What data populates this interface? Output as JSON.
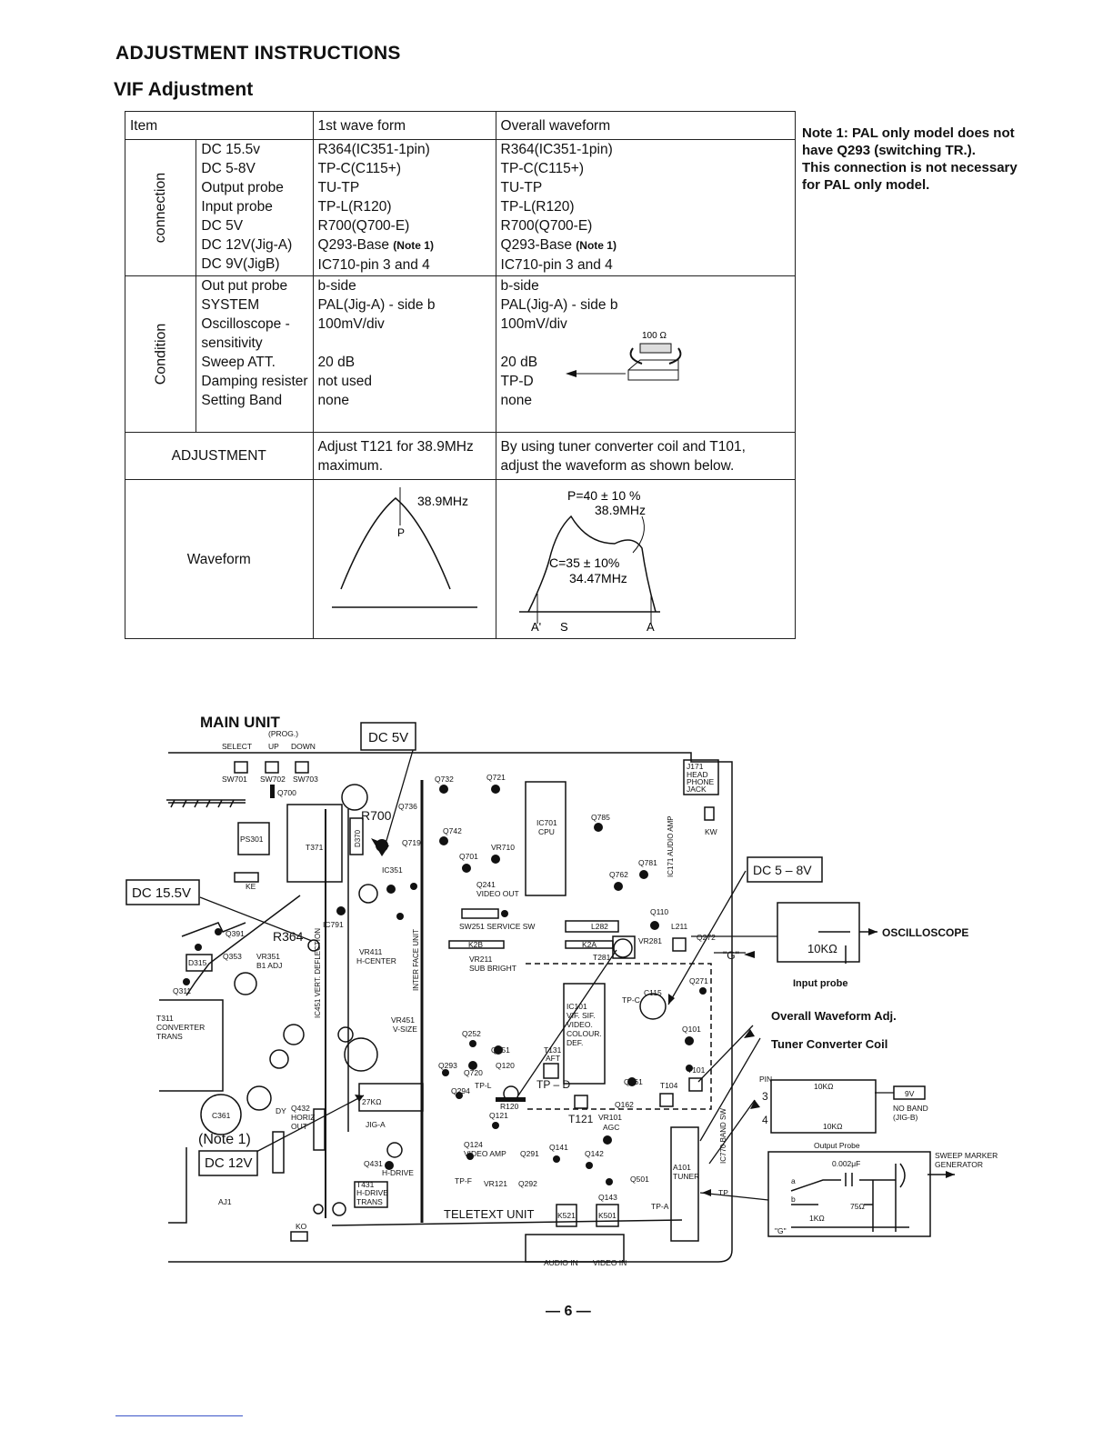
{
  "title": "ADJUSTMENT INSTRUCTIONS",
  "subtitle": "VIF Adjustment",
  "note": [
    "Note 1: PAL only model does not",
    "have Q293 (switching TR.).",
    "This connection is not necessary",
    "for PAL only model."
  ],
  "table": {
    "headers": [
      "Item",
      "1st wave form",
      "Overall waveform"
    ],
    "connection": {
      "label": "connection",
      "items": [
        "DC 15.5v",
        "DC 5-8V",
        "Output probe",
        "Input probe",
        "DC 5V",
        "DC 12V(Jig-A)",
        "DC 9V(JigB)"
      ],
      "first": [
        "R364(IC351-1pin)",
        "TP-C(C115+)",
        "TU-TP",
        "TP-L(R120)",
        "R700(Q700-E)",
        "Q293-Base",
        "IC710-pin 3 and 4"
      ],
      "overall": [
        "R364(IC351-1pin)",
        "TP-C(C115+)",
        "TU-TP",
        "TP-L(R120)",
        "R700(Q700-E)",
        "Q293-Base",
        "IC710-pin 3 and 4"
      ],
      "note_tag": "(Note 1)"
    },
    "condition": {
      "label": "Condition",
      "items": [
        "Out put probe",
        "SYSTEM",
        "Oscilloscope -",
        "sensitivity",
        "Sweep ATT.",
        "Damping resister",
        "Setting Band"
      ],
      "first": [
        "b-side",
        "PAL(Jig-A) - side b",
        "100mV/div",
        "",
        "20 dB",
        "not used",
        "none"
      ],
      "overall": [
        "b-side",
        "PAL(Jig-A) - side b",
        "100mV/div",
        "",
        "20 dB",
        "TP-D",
        "none"
      ],
      "resistor_label": "100 Ω"
    },
    "adjustment": {
      "label": "ADJUSTMENT",
      "first": [
        "Adjust T121 for 38.9MHz",
        "maximum."
      ],
      "overall": [
        "By using tuner converter coil and T101,",
        "adjust the waveform as shown below."
      ]
    },
    "waveform": {
      "label": "Waveform",
      "first_freq": "38.9MHz",
      "first_p": "P",
      "overall_p": "P=40 ± 10 %",
      "overall_f1": "38.9MHz",
      "overall_c": "C=35 ± 10%",
      "overall_f2": "34.47MHz",
      "overall_a1": "A'",
      "overall_s": "S",
      "overall_a2": "A"
    }
  },
  "diagram": {
    "main_unit": "MAIN UNIT",
    "prog": "(PROG.)",
    "select": "SELECT",
    "up": "UP",
    "down": "DOWN",
    "sw701": "SW701",
    "sw702": "SW702",
    "sw703": "SW703",
    "dc5v": "DC 5V",
    "dc155": "DC 15.5V",
    "dc58": "DC 5 – 8V",
    "dc12": "DC 12V",
    "note1": "(Note 1)",
    "q700": "Q700",
    "ps301": "PS301",
    "t371": "T371",
    "d370": "D370",
    "r700": "R700",
    "ke": "KE",
    "ic351": "IC351",
    "q736": "Q736",
    "q719": "Q719",
    "q732": "Q732",
    "q721": "Q721",
    "q742": "Q742",
    "ic701": "IC701",
    "cpu": "CPU",
    "q785": "Q785",
    "vr710": "VR710",
    "q701": "Q701",
    "q241": "Q241",
    "video_out": "VIDEO OUT",
    "q762": "Q762",
    "q781": "Q781",
    "ic171": "IC171 AUDIO AMP",
    "kw": "KW",
    "j171": "J171",
    "head": "HEAD",
    "phone": "PHONE",
    "jack": "JACK",
    "ic791": "IC791",
    "q391": "Q391",
    "r364": "R364",
    "q353": "Q353",
    "vr351": "VR351",
    "b1adj": "B1 ADJ",
    "d315": "D315",
    "q311": "Q311",
    "vr411": "VR411",
    "hcenter": "H-CENTER",
    "ic451": "IC451 VERT. DEFLECTION",
    "interface": "INTER FACE UNIT",
    "sw251": "SW251 SERVICE SW",
    "k2b": "K2B",
    "k2a": "K2A",
    "l282": "L282",
    "vr281": "VR281",
    "q110": "Q110",
    "l211": "L211",
    "vr211": "VR211",
    "sub_bright": "SUB BRIGHT",
    "t281": "T281",
    "q272": "Q272",
    "q271": "Q271",
    "t311": "T311",
    "converter": "CONVERTER",
    "trans": "TRANS",
    "vr451": "VR451",
    "vsize": "V-SIZE",
    "q252": "Q252",
    "q251": "Q251",
    "q293": "Q293",
    "q720": "Q720",
    "q120": "Q120",
    "q294": "Q294",
    "tpl": "TP-L",
    "r120": "R120",
    "q121": "Q121",
    "ic101": "IC101",
    "vif": "VIF. SIF.",
    "video": "VIDEO.",
    "colour": "COLOUR.",
    "def": "DEF.",
    "t131": "T131",
    "aft": "AFT",
    "tpc": "TP-C",
    "c115": "C115",
    "q101": "Q101",
    "tpd": "TP – D",
    "t121": "T121",
    "vr101": "VR101",
    "agc": "AGC",
    "q161": "Q161",
    "q162": "Q162",
    "t104": "T104",
    "t101": "T101",
    "c361": "C361",
    "q432": "Q432",
    "dy": "DY",
    "hor": "HORIZ",
    "out": "OUT",
    "jig_a": "JIG-A",
    "r27k": "27KΩ",
    "q431": "Q431",
    "h_drive": "H-DRIVE",
    "t431": "T431",
    "h_drive_trans": "H-DRIVE",
    "trans2": "TRANS",
    "aj1": "AJ1",
    "ko": "KO",
    "q124": "Q124",
    "video_amp": "VIDEO AMP",
    "q291": "Q291",
    "q141": "Q141",
    "q142": "Q142",
    "tpf": "TP-F",
    "vr121": "VR121",
    "q292": "Q292",
    "q501": "Q501",
    "q143": "Q143",
    "tpa": "TP-A",
    "teletext": "TELETEXT UNIT",
    "k521": "K521",
    "k501": "K501",
    "audio_in": "AUDIO IN",
    "video_in": "VIDEO IN",
    "a101": "A101",
    "tuner": "TUNER",
    "ic770": "IC770 BAND SW",
    "tp": "TP",
    "g": "\"G\"",
    "oscilloscope": "OSCILLOSCOPE",
    "r10k": "10KΩ",
    "input_probe": "Input probe",
    "overall_adj": "Overall Waveform Adj.",
    "tuner_coil": "Tuner Converter Coil",
    "pin": "PIN",
    "pin3": "3",
    "pin4": "4",
    "r10k_a": "10KΩ",
    "r10k_b": "10KΩ",
    "v9": "9V",
    "no_band": "NO BAND",
    "jig_b": "(JIG-B)",
    "output_probe": "Output Probe",
    "sweep": "SWEEP MARKER",
    "generator": "GENERATOR",
    "cap": "0.002μF",
    "r75": "75Ω",
    "r1k": "1KΩ",
    "a": "a",
    "b": "b",
    "g2": "\"G\""
  },
  "page_number": "— 6 —"
}
